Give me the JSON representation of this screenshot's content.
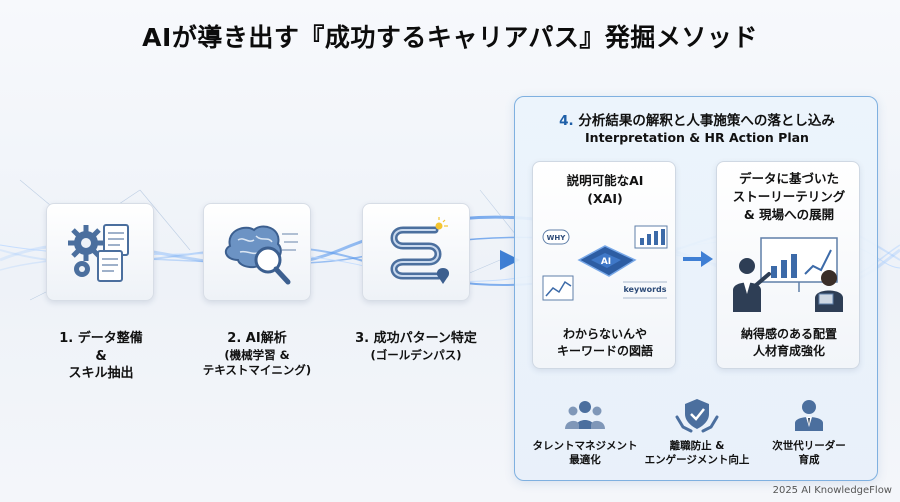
{
  "title": "AIが導き出す『成功するキャリアパス』発掘メソッド",
  "steps": [
    {
      "number": "1. ",
      "label": "データ整備",
      "line2": "&",
      "line3": "スキル抽出"
    },
    {
      "number": "2. ",
      "label": "AI解析",
      "line2": "(機械学習 &",
      "line3": "テキストマイニング)"
    },
    {
      "number": "3. ",
      "label": "成功パターン特定",
      "line2": "(ゴールデンパス)"
    }
  ],
  "panel": {
    "number": "4.",
    "title": "分析結果の解釈と人事施策への落とし込み",
    "subtitle": "Interpretation & HR Action Plan",
    "cards": [
      {
        "title_line1": "説明可能なAI",
        "title_line2": "(XAI)",
        "caption_line1": "わからないんや",
        "caption_line2": "キーワードの図語",
        "icon_text_why": "WHY",
        "icon_text_chip": "AI",
        "icon_text_keywords": "keywords"
      },
      {
        "title_line1": "データに基づいた",
        "title_line2": "ストーリーテリング",
        "title_line3": "& 現場への展開",
        "caption_line1": "納得感のある配置",
        "caption_line2": "人材育成強化"
      }
    ],
    "outcomes": [
      {
        "line1": "タレントマネジメント",
        "line2": "最適化",
        "icon": "team-icon"
      },
      {
        "line1": "離職防止 &",
        "line2": "エンゲージメント向上",
        "icon": "shield-hands-icon"
      },
      {
        "line1": "次世代リーダー",
        "line2": "育成",
        "icon": "leader-icon"
      }
    ]
  },
  "footer": "2025 AI KnowledgeFlow",
  "colors": {
    "accent": "#1e5fa8",
    "wave": "#4a8fe0",
    "panel_border": "#7fb0e0"
  }
}
